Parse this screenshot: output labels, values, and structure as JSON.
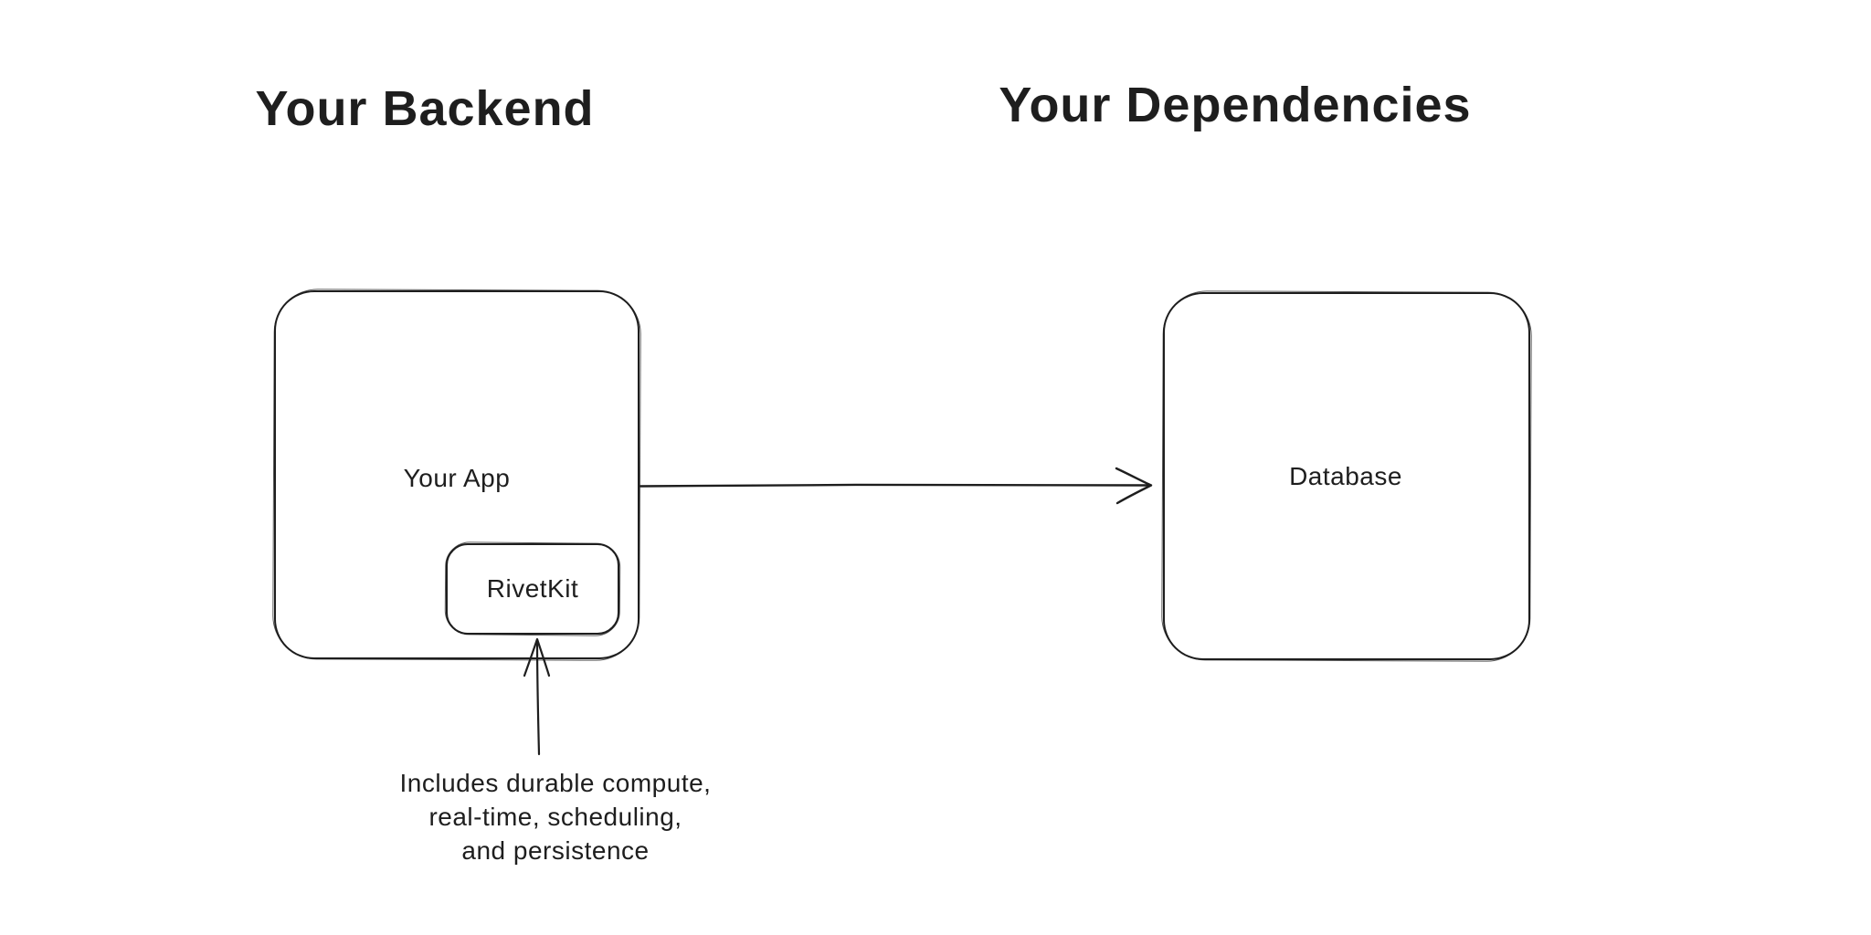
{
  "diagram": {
    "left_title": "Your Backend",
    "right_title": "Your Dependencies",
    "nodes": {
      "app": {
        "label": "Your App"
      },
      "rivetkit": {
        "label": "RivetKit"
      },
      "database": {
        "label": "Database"
      }
    },
    "annotation": {
      "lines": [
        "Includes durable compute,",
        "real-time, scheduling,",
        "and persistence"
      ]
    },
    "colors": {
      "stroke": "#1e1e1e",
      "background": "#ffffff"
    }
  }
}
